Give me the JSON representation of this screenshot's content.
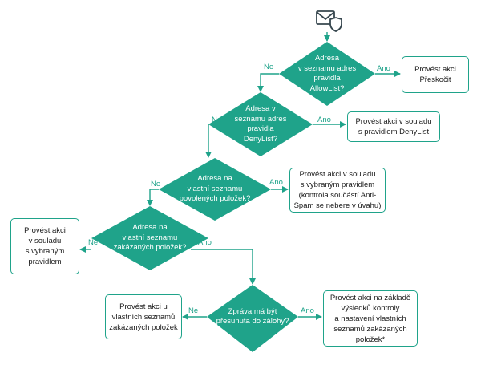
{
  "labels": {
    "yes": "Ano",
    "no": "Ne"
  },
  "decisions": {
    "d1": "Adresa\nv seznamu adres\npravidla\nAllowList?",
    "d2": "Adresa v\nseznamu adres\npravidla\nDenyList?",
    "d3": "Adresa na\nvlastní seznamu\npovolených položek?",
    "d4": "Adresa na\nvlastní seznamu\nzakázaných položek?",
    "d5": "Zpráva má být\npřesunuta do zálohy?"
  },
  "actions": {
    "a1": "Provést akci\nPřeskočit",
    "a2": "Provést akci v souladu\ns pravidlem DenyList",
    "a3": "Provést akci v souladu\ns vybraným pravidlem\n(kontrola součástí Anti-\nSpam se nebere v úvahu)",
    "a4": "Provést akci\nv souladu\ns vybraným\npravidlem",
    "a5": "Provést akci u\nvlastních seznamů\nzakázaných položek",
    "a6": "Provést akci na základě\nvýsledků kontroly\na nastavení vlastních\nseznamů zakázaných\npoložek*"
  },
  "colors": {
    "accent": "#1fa38a",
    "icon": "#37474f"
  },
  "icons": {
    "start": "mail-shield-icon"
  }
}
